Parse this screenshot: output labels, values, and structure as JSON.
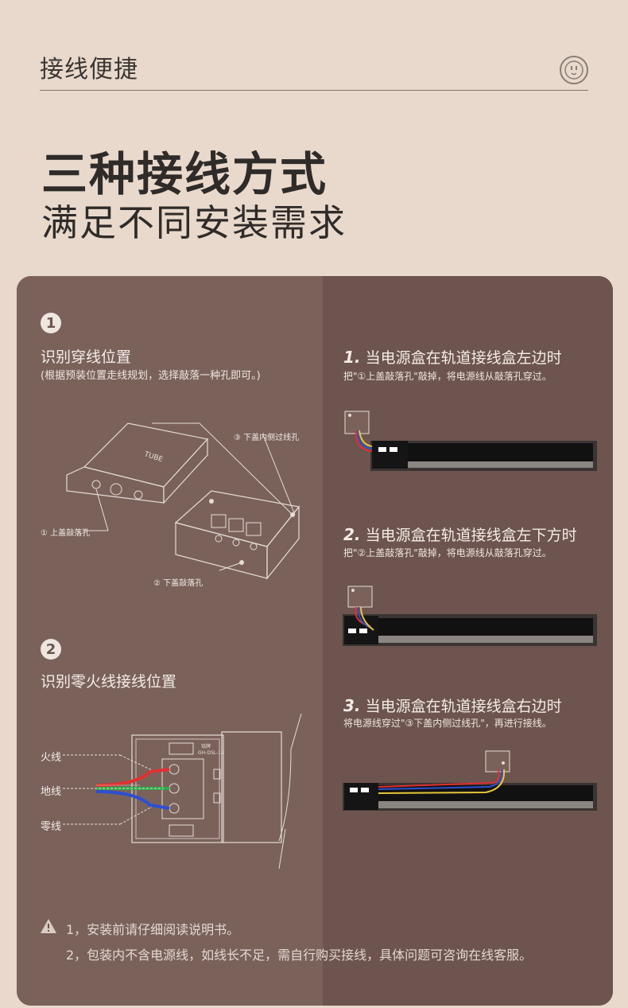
{
  "header": {
    "title": "接线便捷",
    "logo_icon": "socket-logo-icon"
  },
  "hero": {
    "title": "三种接线方式",
    "subtitle": "满足不同安装需求"
  },
  "left": {
    "step1": {
      "number": "1",
      "title": "识别穿线位置",
      "note": "(根据预装位置走线规划，选择敲落一种孔即可。)",
      "callout_top": "③ 下盖内侧过线孔",
      "callout_left": "① 上盖敲落孔",
      "callout_bottom": "② 下盖敲落孔",
      "box_brand": "TUBE"
    },
    "step2": {
      "number": "2",
      "title": "识别零火线接线位置",
      "labels": {
        "live": "火线",
        "ground": "地线",
        "neutral": "零线"
      },
      "chip_text": "GH-DSL-12",
      "chip_caption": "铭牌"
    }
  },
  "right": {
    "items": [
      {
        "num": "1.",
        "title": "当电源盒在轨道接线盒左边时",
        "note": "把\"①上盖敲落孔\"敲掉，将电源线从敲落孔穿过。"
      },
      {
        "num": "2.",
        "title": "当电源盒在轨道接线盒左下方时",
        "note": "把\"②上盖敲落孔\"敲掉，将电源线从敲落孔穿过。"
      },
      {
        "num": "3.",
        "title": "当电源盒在轨道接线盒右边时",
        "note": "将电源线穿过\"③下盖内侧过线孔\"，再进行接线。"
      }
    ]
  },
  "footer": {
    "warning_icon": "warning-triangle-icon",
    "notes": [
      "1，安装前请仔细阅读说明书。",
      "2，包装内不含电源线，如线长不足，需自行购买接线，具体问题可咨询在线客服。"
    ]
  },
  "colors": {
    "background": "#e8d9cc",
    "panel_left": "#7a625b",
    "panel_right": "#6d544e",
    "wire_red": "#e03030",
    "wire_green": "#2eaa4a",
    "wire_blue": "#2d4fd1",
    "wire_yellow": "#e6c63a"
  }
}
